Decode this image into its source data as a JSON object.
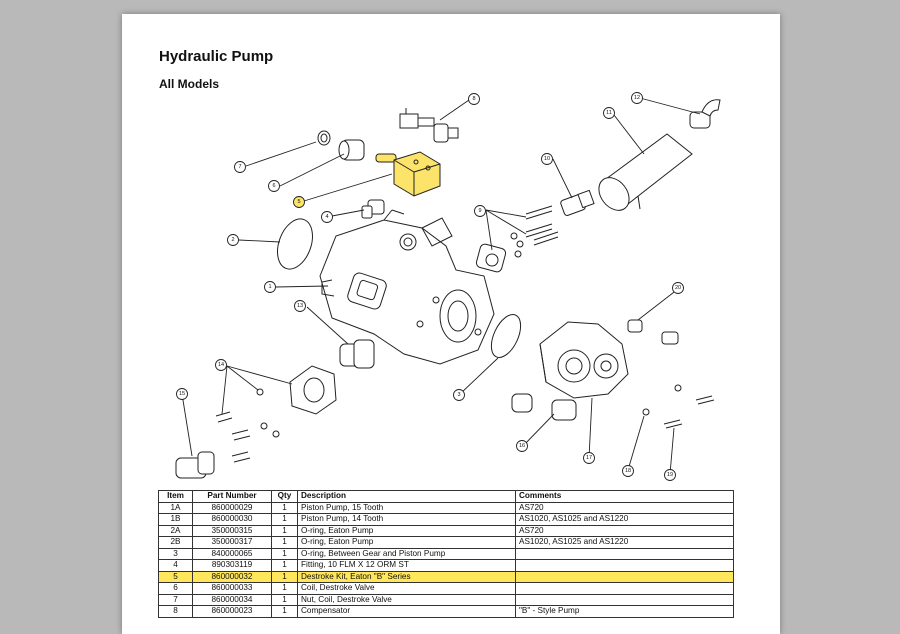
{
  "document": {
    "title": "Hydraulic Pump",
    "subtitle": "All Models"
  },
  "diagram": {
    "callouts": [
      "8",
      "12",
      "11",
      "7",
      "6",
      "5",
      "4",
      "10",
      "9",
      "2",
      "1",
      "20",
      "13",
      "14",
      "3",
      "15",
      "16",
      "17",
      "18",
      "19"
    ],
    "highlighted_callout": "5",
    "highlight_color": "#fce36a"
  },
  "table": {
    "headers": [
      "Item",
      "Part Number",
      "Qty",
      "Description",
      "Comments"
    ],
    "rows": [
      {
        "item": "1A",
        "part": "860000029",
        "qty": "1",
        "desc": "Piston Pump, 15 Tooth",
        "comments": "AS720"
      },
      {
        "item": "1B",
        "part": "860000030",
        "qty": "1",
        "desc": "Piston Pump, 14 Tooth",
        "comments": "AS1020, AS1025 and AS1220"
      },
      {
        "item": "2A",
        "part": "350000315",
        "qty": "1",
        "desc": "O-ring, Eaton Pump",
        "comments": "AS720"
      },
      {
        "item": "2B",
        "part": "350000317",
        "qty": "1",
        "desc": "O-ring, Eaton Pump",
        "comments": "AS1020, AS1025 and AS1220"
      },
      {
        "item": "3",
        "part": "840000065",
        "qty": "1",
        "desc": "O-ring, Between Gear and Piston Pump",
        "comments": ""
      },
      {
        "item": "4",
        "part": "890303119",
        "qty": "1",
        "desc": "Fitting, 10 FLM X 12 ORM ST",
        "comments": ""
      },
      {
        "item": "5",
        "part": "860000032",
        "qty": "1",
        "desc": "Destroke Kit, Eaton \"B\" Series",
        "comments": ""
      },
      {
        "item": "6",
        "part": "860000033",
        "qty": "1",
        "desc": "Coil, Destroke Valve",
        "comments": ""
      },
      {
        "item": "7",
        "part": "860000034",
        "qty": "1",
        "desc": "Nut, Coil, Destroke Valve",
        "comments": ""
      },
      {
        "item": "8",
        "part": "860000023",
        "qty": "1",
        "desc": "Compensator",
        "comments": "\"B\" - Style Pump"
      }
    ],
    "highlighted_row": 6,
    "highlight_color": "#ffe65a"
  }
}
